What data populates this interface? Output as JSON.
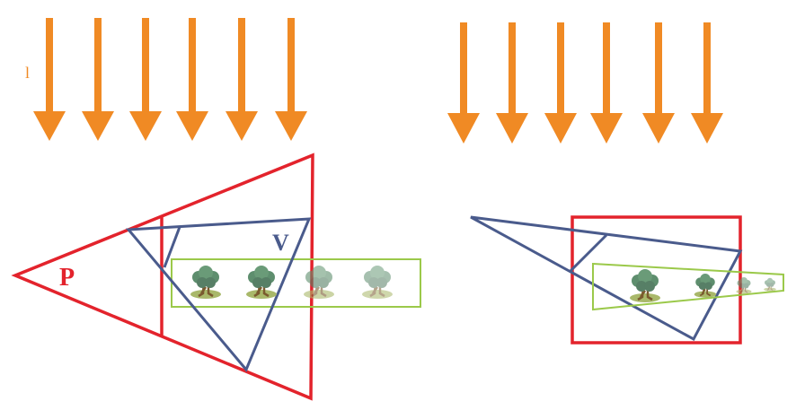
{
  "labels": {
    "light": "l",
    "frustum": "P",
    "view": "V"
  },
  "colors": {
    "arrow": "#F08A24",
    "frustum": "#E3232C",
    "view": "#4A5B8C",
    "box": "#9BC94A",
    "tree_leaf": "#5E8E6E",
    "tree_trunk": "#7A5A2E",
    "tree_ground": "#A9B86A"
  },
  "panels": [
    {
      "name": "perspective-shadow-map",
      "arrow_count": 6,
      "tree_count": 4
    },
    {
      "name": "light-space-shadow-map",
      "arrow_count": 6,
      "tree_count": 4
    }
  ]
}
